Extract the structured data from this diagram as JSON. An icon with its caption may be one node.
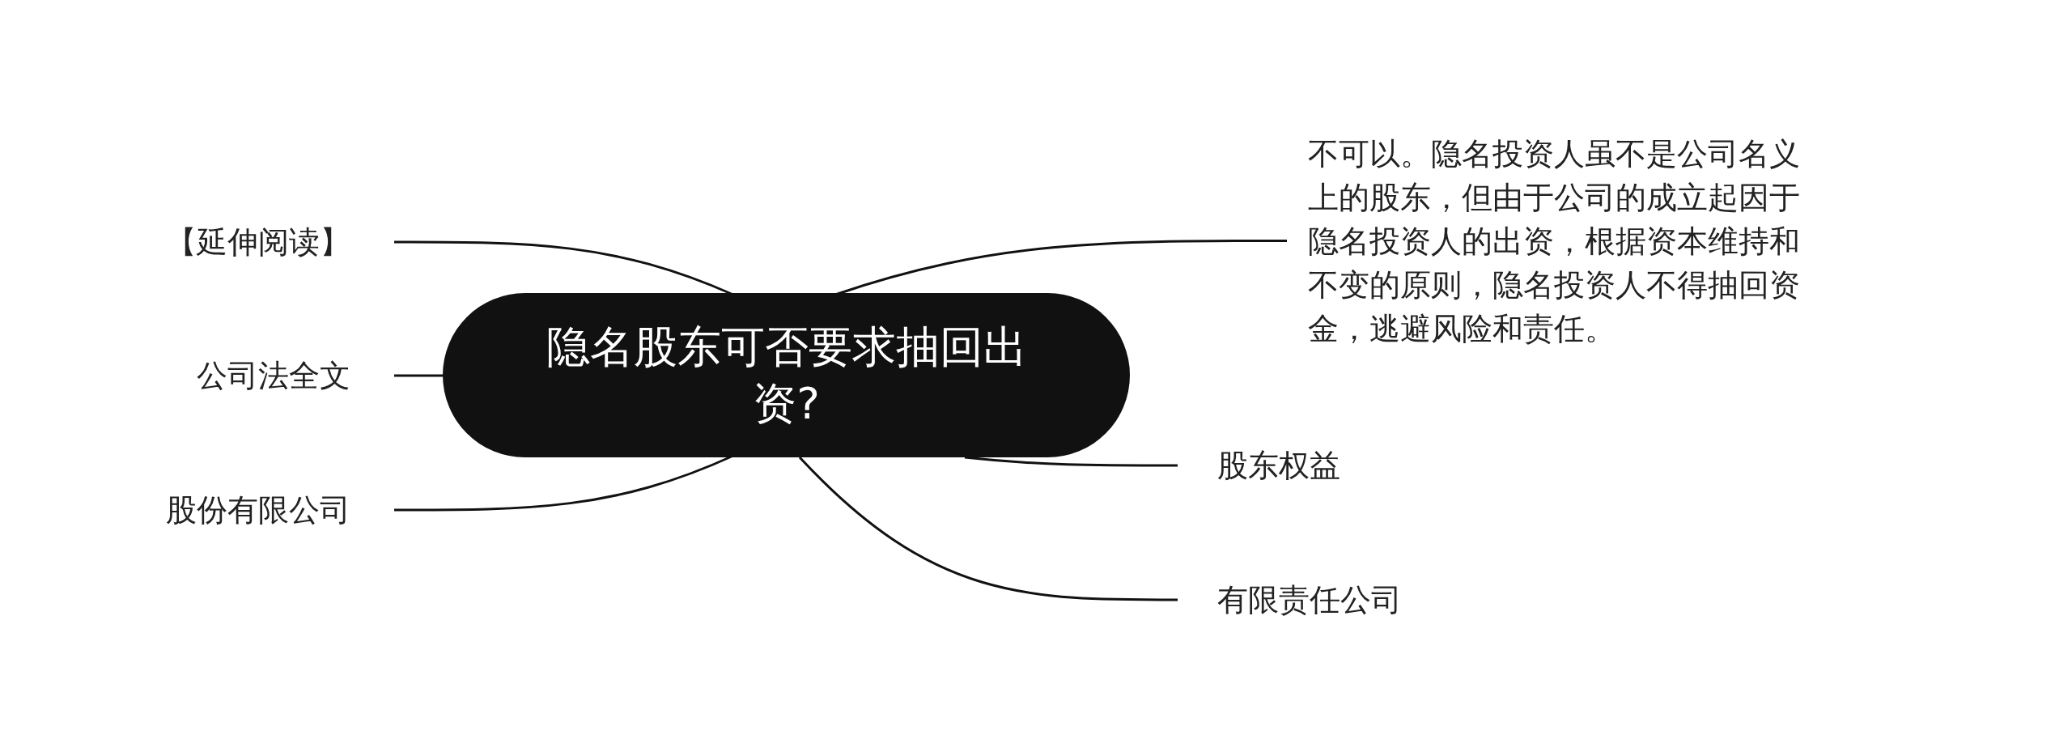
{
  "diagram": {
    "nodes": [
      {
        "text": [
          "隐名股东可否要求抽回出资?"
        ]
      },
      {
        "text": [
          "【延伸阅读】"
        ]
      },
      {
        "text": [
          "公司法全文"
        ]
      },
      {
        "text": [
          "股份有限公司"
        ]
      },
      {
        "text": [
          "不可以。隐名投资人虽不是公司名义上的股东，但由于公司的成立起因于隐名投资人的出资，根据资本维持和不变的原则，隐名投资人不得抽回资金，逃避风险和责任。"
        ]
      },
      {
        "text": [
          "股东权益"
        ]
      },
      {
        "text": [
          "有限责任公司"
        ]
      }
    ],
    "edges": [
      {
        "from": 0,
        "to": 1,
        "arrow": "none"
      },
      {
        "from": 0,
        "to": 2,
        "arrow": "none"
      },
      {
        "from": 0,
        "to": 3,
        "arrow": "none"
      },
      {
        "from": 0,
        "to": 4,
        "arrow": "none"
      },
      {
        "from": 0,
        "to": 5,
        "arrow": "none"
      },
      {
        "from": 0,
        "to": 6,
        "arrow": "none"
      }
    ]
  }
}
